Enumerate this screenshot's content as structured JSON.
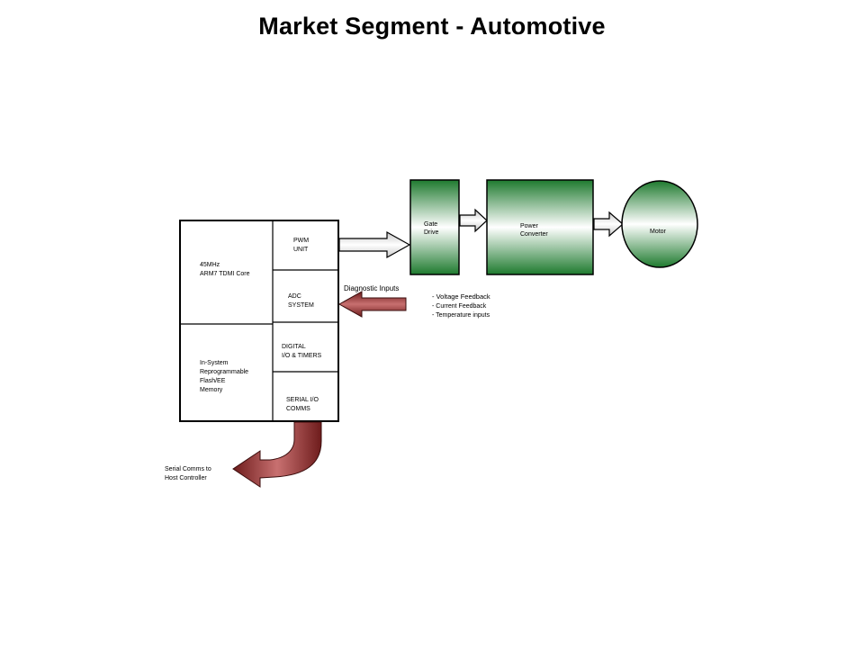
{
  "title": "Market Segment  - Automotive",
  "blocks": {
    "core": [
      "45MHz",
      "ARM7 TDMI Core"
    ],
    "memory": [
      "In-System",
      "Reprogrammable",
      "Flash/EE",
      "Memory"
    ],
    "pwm": [
      "PWM",
      "UNIT"
    ],
    "adc": [
      "ADC",
      "SYSTEM"
    ],
    "digital": [
      "DIGITAL",
      "I/O & TIMERS"
    ],
    "serial": [
      "SERIAL I/O",
      "COMMS"
    ],
    "gate_drive": [
      "Gate",
      "Drive"
    ],
    "power_converter": [
      "Power",
      "Converter"
    ],
    "motor": "Motor"
  },
  "labels": {
    "diagnostic": "Diagnostic Inputs",
    "feedback": [
      "- Voltage Feedback",
      "- Current Feedback",
      "- Temperature inputs"
    ],
    "serial_host": [
      "Serial Comms to",
      "Host Controller"
    ]
  },
  "colors": {
    "green": "#1e7a2e",
    "red": "#8b2a2a"
  }
}
